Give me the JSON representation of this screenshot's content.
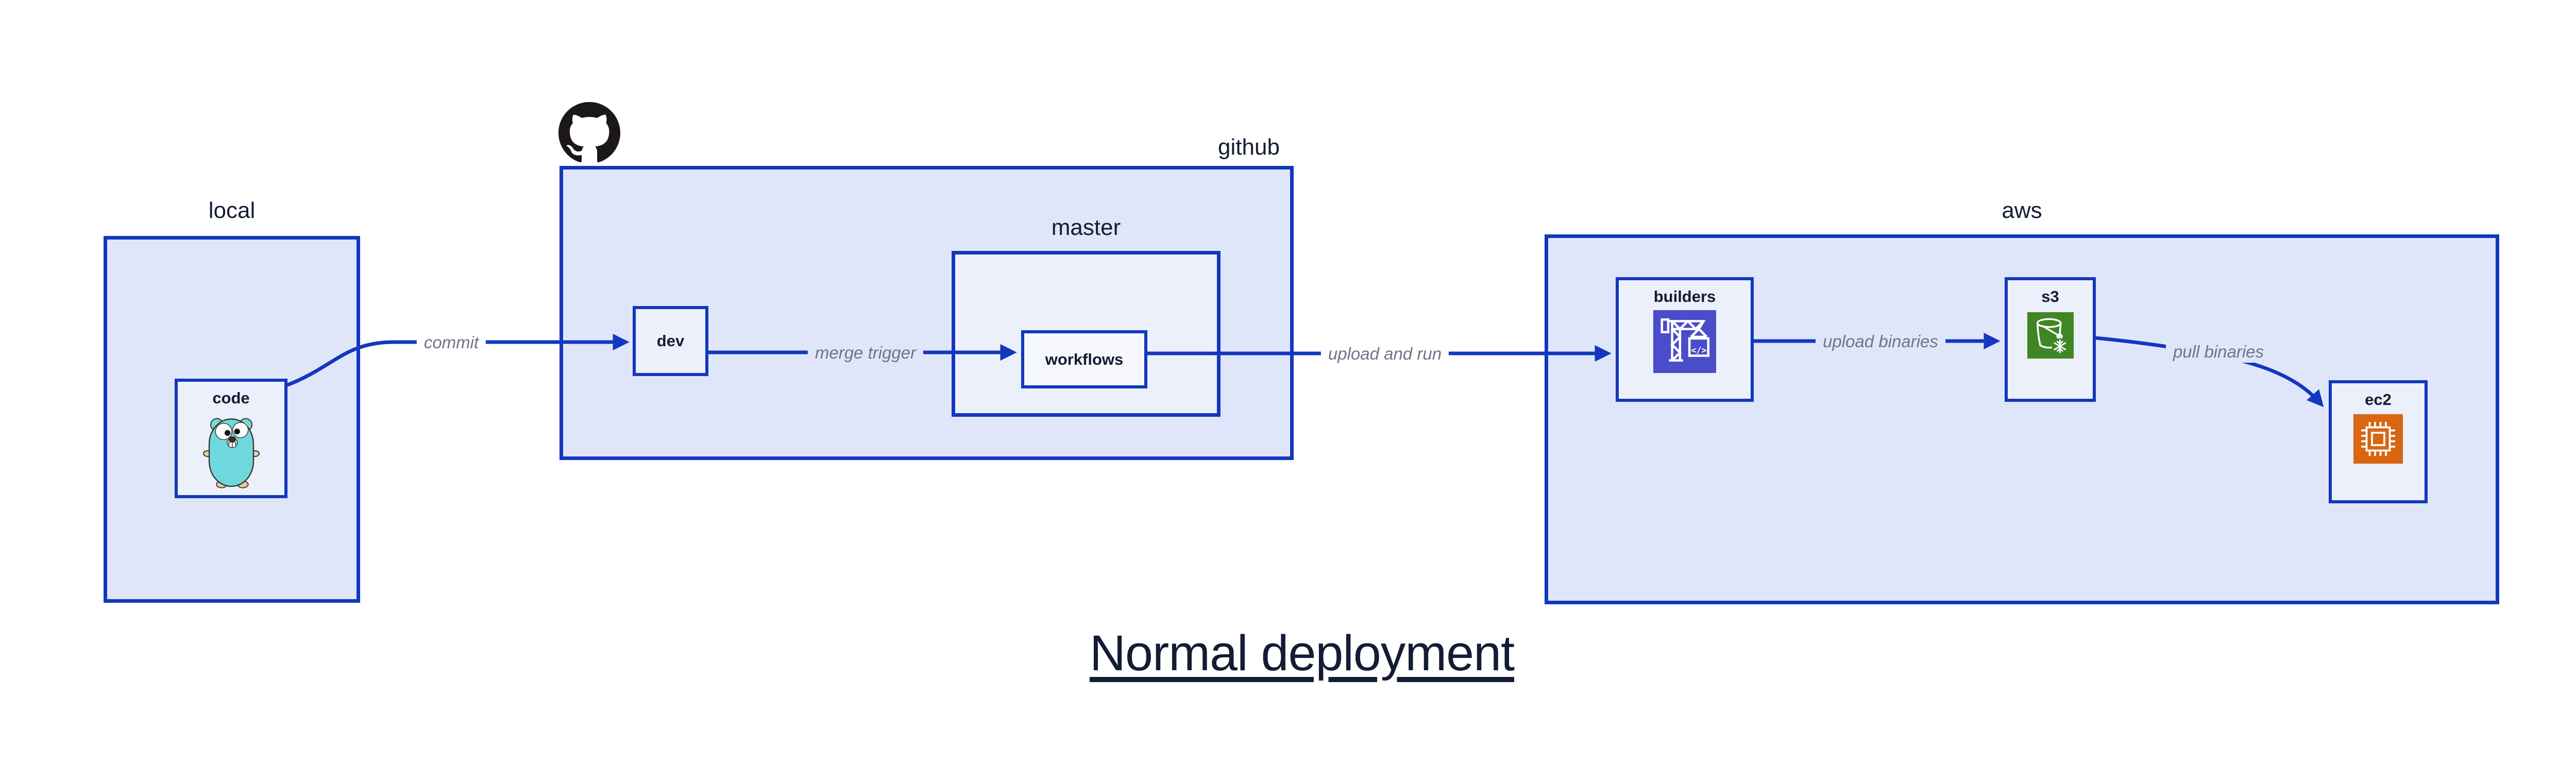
{
  "title": "Normal deployment",
  "containers": {
    "local": {
      "label": "local"
    },
    "github": {
      "label": "github"
    },
    "master": {
      "label": "master"
    },
    "aws": {
      "label": "aws"
    }
  },
  "nodes": {
    "code": {
      "label": "code"
    },
    "dev": {
      "label": "dev"
    },
    "workflows": {
      "label": "workflows"
    },
    "builders": {
      "label": "builders"
    },
    "s3": {
      "label": "s3"
    },
    "ec2": {
      "label": "ec2"
    }
  },
  "edges": {
    "commit": {
      "label": "commit"
    },
    "merge_trigger": {
      "label": "merge trigger"
    },
    "upload_and_run": {
      "label": "upload and run"
    },
    "upload_binaries": {
      "label": "upload binaries"
    },
    "pull_binaries": {
      "label": "pull binaries"
    }
  },
  "icons": {
    "github": "github-octocat-mark",
    "code": "go-gopher-mascot",
    "builders": "aws-codebuild-crane",
    "builders_glyph": "</>",
    "s3": "aws-s3-glacier-bucket-snowflake",
    "ec2": "aws-ec2-chip"
  },
  "colors": {
    "border_blue": "#1337bd",
    "container_fill": "#e0e6fa",
    "node_fill": "#ecf0fb",
    "workflows_fill": "#f5f7fd",
    "label_dark": "#141c34",
    "edge_label_gray": "#6f7486",
    "github_black": "#1b1817",
    "codebuild_indigo": "#4a4cc9",
    "s3_green": "#3f8624",
    "ec2_orange": "#d86613",
    "gopher_teal": "#6fd8dc",
    "paw_tan": "#ecc99b"
  }
}
